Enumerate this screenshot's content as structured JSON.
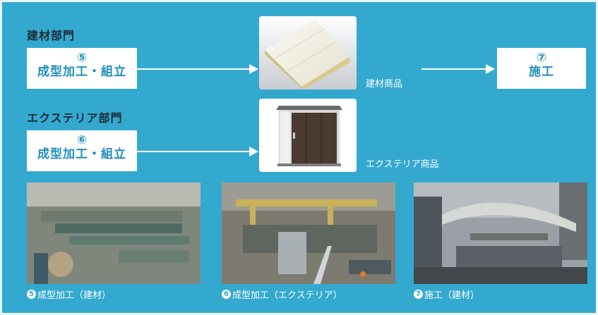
{
  "sections": {
    "kenzai": {
      "heading": "建材部門",
      "step_num": "⑤",
      "step_label": "成型加工・組立",
      "product_label": "建材商品"
    },
    "exterior": {
      "heading": "エクステリア部門",
      "step_num": "⑥",
      "step_label": "成型加工・組立",
      "product_label": "エクステリア商品"
    },
    "construction": {
      "step_num": "⑦",
      "step_label": "施工"
    }
  },
  "photos": [
    {
      "badge": "5",
      "caption": "成型加工（建材）"
    },
    {
      "badge": "6",
      "caption": "成型加工（エクステリア）"
    },
    {
      "badge": "7",
      "caption": "施工（建材）"
    }
  ],
  "colors": {
    "panel": "#34a9cf",
    "accent_text": "#1f8fb8",
    "heading_text": "#1b2a33"
  }
}
